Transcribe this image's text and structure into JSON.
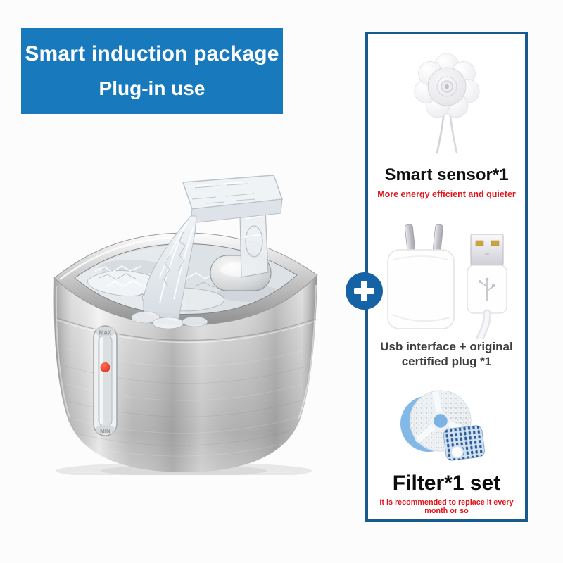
{
  "banner": {
    "line1": "Smart induction package",
    "line2": "Plug-in use",
    "bg_color": "#187abd",
    "text_color": "#ffffff"
  },
  "product_image": {
    "description": "stainless steel cat water fountain with transparent faucet and flowing water",
    "max_label": "MAX",
    "min_label": "MIN"
  },
  "plus_badge": {
    "symbol": "+",
    "color": "#1563a5"
  },
  "panel": {
    "border_color": "#175a8e",
    "items": [
      {
        "id": "smart-sensor",
        "image": "motion-sensor-flower",
        "title": "Smart sensor*1",
        "subtitle": "More energy efficient and quieter"
      },
      {
        "id": "usb-plug",
        "image": "power-plug-and-usb-cable",
        "title_line1": "Usb interface + original",
        "title_line2": "certified plug *1"
      },
      {
        "id": "filter",
        "image": "filter-disc-and-sponge",
        "title": "Filter*1 set",
        "subtitle": "It is recommended to replace it every month or so"
      }
    ]
  },
  "colors": {
    "banner_blue": "#187abd",
    "panel_border_blue": "#175a8e",
    "plus_badge_blue": "#1563a5",
    "alert_red": "#e3131b",
    "title_black": "#101010",
    "usb_title_gray": "#3e3e40"
  }
}
